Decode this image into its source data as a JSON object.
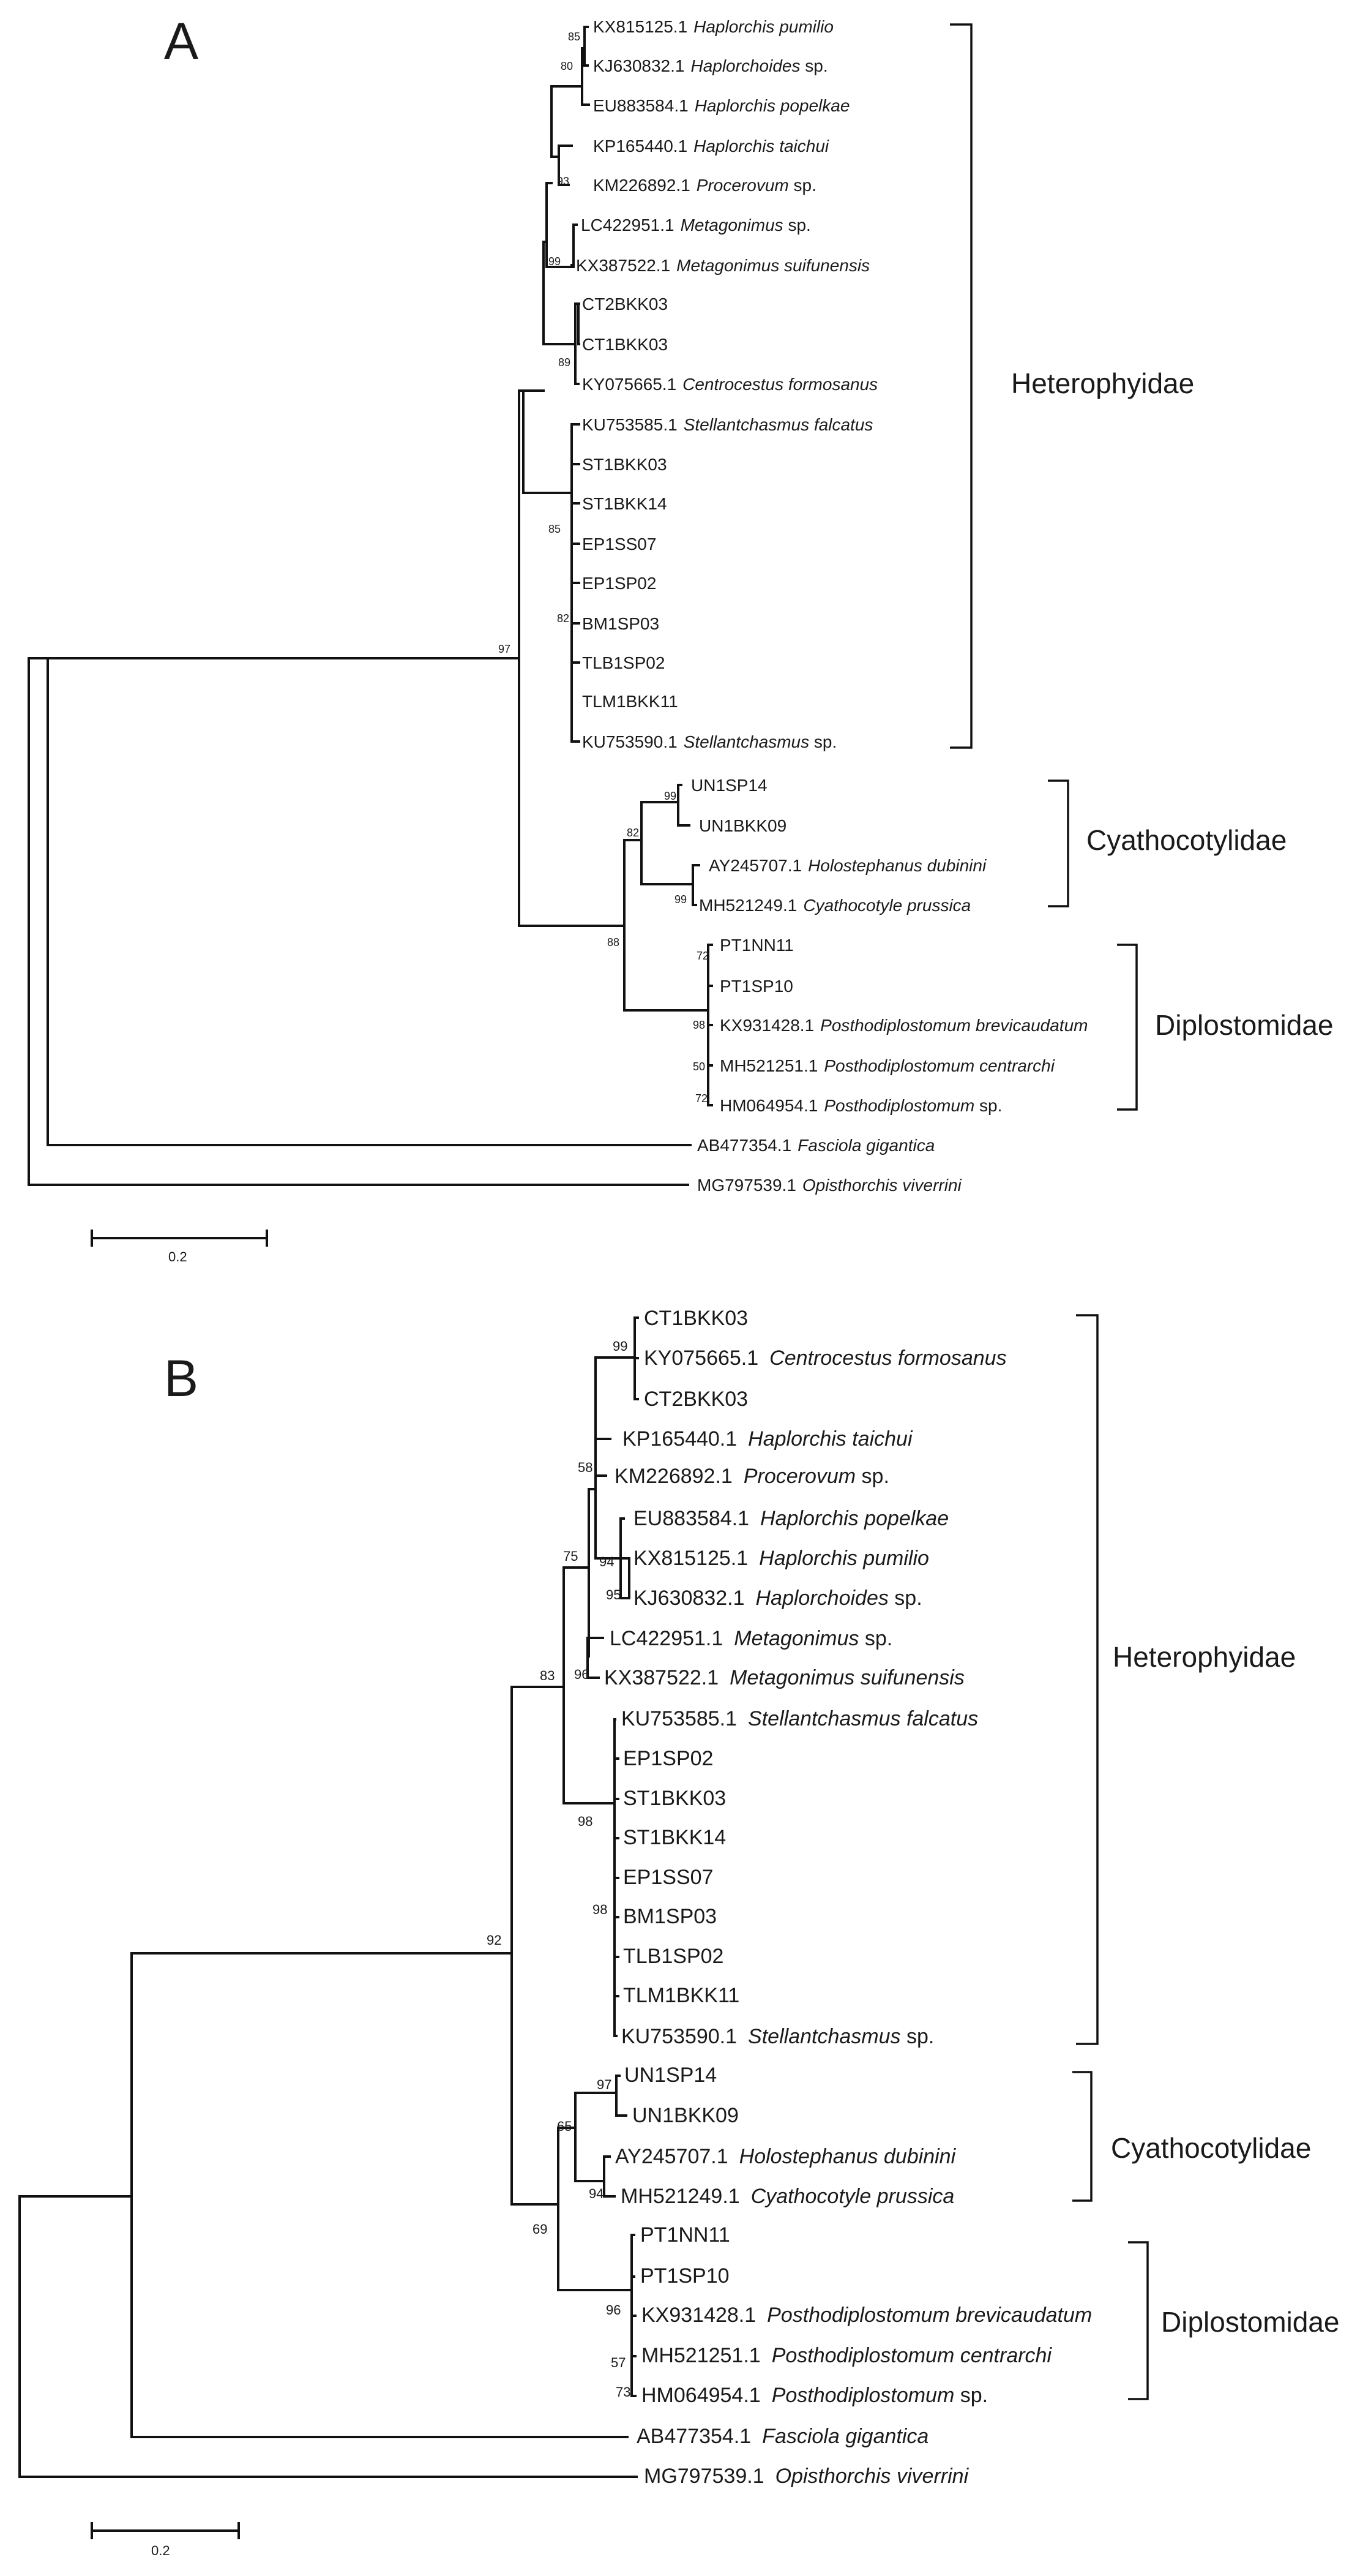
{
  "panel_A": {
    "label": "A",
    "scale_label": "0.2",
    "taxa": [
      {
        "acc": "KX815125.1",
        "sp": "Haplorchis pumilio",
        "suffix": ""
      },
      {
        "acc": "KJ630832.1",
        "sp": "Haplorchoides",
        "suffix": " sp."
      },
      {
        "acc": "EU883584.1",
        "sp": "Haplorchis popelkae",
        "suffix": ""
      },
      {
        "acc": "KP165440.1",
        "sp": "Haplorchis taichui",
        "suffix": ""
      },
      {
        "acc": "KM226892.1",
        "sp": "Procerovum",
        "suffix": " sp."
      },
      {
        "acc": "LC422951.1",
        "sp": "Metagonimus",
        "suffix": " sp."
      },
      {
        "acc": "KX387522.1",
        "sp": "Metagonimus suifunensis",
        "suffix": ""
      },
      {
        "acc": "CT2BKK03",
        "sp": "",
        "suffix": ""
      },
      {
        "acc": "CT1BKK03",
        "sp": "",
        "suffix": ""
      },
      {
        "acc": "KY075665.1",
        "sp": "Centrocestus formosanus",
        "suffix": ""
      },
      {
        "acc": "KU753585.1",
        "sp": "Stellantchasmus falcatus",
        "suffix": ""
      },
      {
        "acc": "ST1BKK03",
        "sp": "",
        "suffix": ""
      },
      {
        "acc": "ST1BKK14",
        "sp": "",
        "suffix": ""
      },
      {
        "acc": "EP1SS07",
        "sp": "",
        "suffix": ""
      },
      {
        "acc": "EP1SP02",
        "sp": "",
        "suffix": ""
      },
      {
        "acc": "BM1SP03",
        "sp": "",
        "suffix": ""
      },
      {
        "acc": "TLB1SP02",
        "sp": "",
        "suffix": ""
      },
      {
        "acc": "TLM1BKK11",
        "sp": "",
        "suffix": ""
      },
      {
        "acc": "KU753590.1",
        "sp": "Stellantchasmus",
        "suffix": " sp."
      },
      {
        "acc": "UN1SP14",
        "sp": "",
        "suffix": ""
      },
      {
        "acc": "UN1BKK09",
        "sp": "",
        "suffix": ""
      },
      {
        "acc": "AY245707.1",
        "sp": "Holostephanus dubinini",
        "suffix": ""
      },
      {
        "acc": "MH521249.1",
        "sp": "Cyathocotyle prussica",
        "suffix": ""
      },
      {
        "acc": "PT1NN11",
        "sp": "",
        "suffix": ""
      },
      {
        "acc": "PT1SP10",
        "sp": "",
        "suffix": ""
      },
      {
        "acc": "KX931428.1",
        "sp": "Posthodiplostomum brevicaudatum",
        "suffix": ""
      },
      {
        "acc": "MH521251.1",
        "sp": "Posthodiplostomum centrarchi",
        "suffix": ""
      },
      {
        "acc": "HM064954.1",
        "sp": "Posthodiplostomum",
        "suffix": " sp."
      },
      {
        "acc": "AB477354.1",
        "sp": "Fasciola gigantica",
        "suffix": ""
      },
      {
        "acc": "MG797539.1",
        "sp": "Opisthorchis viverrini",
        "suffix": ""
      }
    ],
    "bootstrap": [
      "85",
      "80",
      "93",
      "99",
      "89",
      "85",
      "82",
      "97",
      "99",
      "82",
      "99",
      "88",
      "72",
      "98",
      "50",
      "72"
    ],
    "families": [
      "Heterophyidae",
      "Cyathocotylidae",
      "Diplostomidae"
    ]
  },
  "panel_B": {
    "label": "B",
    "scale_label": "0.2",
    "taxa": [
      {
        "acc": "CT1BKK03",
        "sp": "",
        "suffix": ""
      },
      {
        "acc": "KY075665.1",
        "sp": "Centrocestus formosanus",
        "suffix": ""
      },
      {
        "acc": "CT2BKK03",
        "sp": "",
        "suffix": ""
      },
      {
        "acc": "KP165440.1",
        "sp": "Haplorchis taichui",
        "suffix": ""
      },
      {
        "acc": "KM226892.1",
        "sp": "Procerovum",
        "suffix": " sp."
      },
      {
        "acc": "EU883584.1",
        "sp": "Haplorchis popelkae",
        "suffix": ""
      },
      {
        "acc": "KX815125.1",
        "sp": "Haplorchis pumilio",
        "suffix": ""
      },
      {
        "acc": "KJ630832.1",
        "sp": "Haplorchoides",
        "suffix": " sp."
      },
      {
        "acc": "LC422951.1",
        "sp": "Metagonimus",
        "suffix": " sp."
      },
      {
        "acc": "KX387522.1",
        "sp": "Metagonimus suifunensis",
        "suffix": ""
      },
      {
        "acc": "KU753585.1",
        "sp": "Stellantchasmus falcatus",
        "suffix": ""
      },
      {
        "acc": "EP1SP02",
        "sp": "",
        "suffix": ""
      },
      {
        "acc": "ST1BKK03",
        "sp": "",
        "suffix": ""
      },
      {
        "acc": "ST1BKK14",
        "sp": "",
        "suffix": ""
      },
      {
        "acc": "EP1SS07",
        "sp": "",
        "suffix": ""
      },
      {
        "acc": "BM1SP03",
        "sp": "",
        "suffix": ""
      },
      {
        "acc": "TLB1SP02",
        "sp": "",
        "suffix": ""
      },
      {
        "acc": "TLM1BKK11",
        "sp": "",
        "suffix": ""
      },
      {
        "acc": "KU753590.1",
        "sp": "Stellantchasmus",
        "suffix": " sp."
      },
      {
        "acc": "UN1SP14",
        "sp": "",
        "suffix": ""
      },
      {
        "acc": "UN1BKK09",
        "sp": "",
        "suffix": ""
      },
      {
        "acc": "AY245707.1",
        "sp": "Holostephanus dubinini",
        "suffix": ""
      },
      {
        "acc": "MH521249.1",
        "sp": "Cyathocotyle prussica",
        "suffix": ""
      },
      {
        "acc": "PT1NN11",
        "sp": "",
        "suffix": ""
      },
      {
        "acc": "PT1SP10",
        "sp": "",
        "suffix": ""
      },
      {
        "acc": "KX931428.1",
        "sp": "Posthodiplostomum brevicaudatum",
        "suffix": ""
      },
      {
        "acc": "MH521251.1",
        "sp": "Posthodiplostomum centrarchi",
        "suffix": ""
      },
      {
        "acc": "HM064954.1",
        "sp": "Posthodiplostomum",
        "suffix": " sp."
      },
      {
        "acc": "AB477354.1",
        "sp": "Fasciola gigantica",
        "suffix": ""
      },
      {
        "acc": "MG797539.1",
        "sp": "Opisthorchis viverrini",
        "suffix": ""
      }
    ],
    "bootstrap": [
      "99",
      "58",
      "94",
      "95",
      "96",
      "75",
      "83",
      "98",
      "98",
      "92",
      "97",
      "65",
      "94",
      "69",
      "96",
      "57",
      "73"
    ],
    "families": [
      "Heterophyidae",
      "Cyathocotylidae",
      "Diplostomidae"
    ]
  }
}
